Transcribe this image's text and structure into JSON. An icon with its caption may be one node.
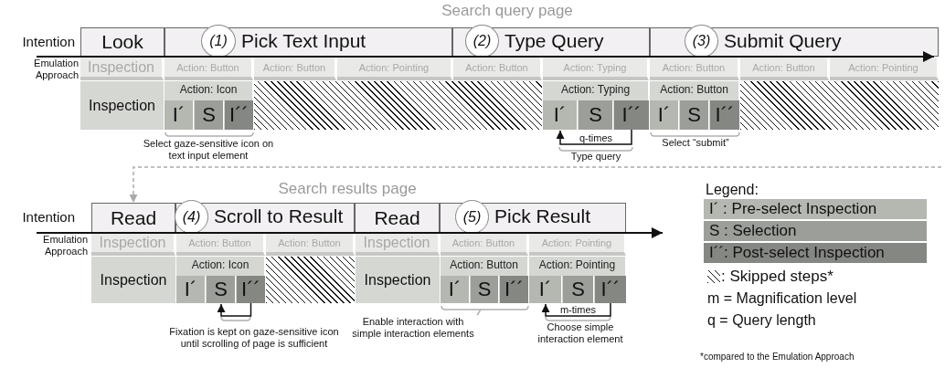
{
  "diagram": {
    "nodes": [
      {
        "text": [
          "Look"
        ]
      },
      {
        "text": [
          "Pick Text Input"
        ]
      },
      {
        "text": [
          "(1)"
        ],
        "in": 1
      },
      {
        "text": [
          "Type Query"
        ]
      },
      {
        "text": [
          "(2)"
        ],
        "in": 3
      },
      {
        "text": [
          "Submit Query"
        ]
      },
      {
        "text": [
          "(3)"
        ],
        "in": 5
      },
      {
        "text": [
          "Inspection"
        ]
      },
      {
        "text": [
          "Action: Button"
        ]
      },
      {
        "text": [
          "Action: Button"
        ]
      },
      {
        "text": [
          "Action: Pointing"
        ]
      },
      {
        "text": [
          "Action: Button"
        ]
      },
      {
        "text": [
          "Action: Typing"
        ]
      },
      {
        "text": [
          "Action: Button"
        ]
      },
      {
        "text": [
          "Action: Button"
        ]
      },
      {
        "text": [
          "Action: Pointing"
        ]
      },
      {
        "text": [
          "Inspection"
        ]
      },
      {
        "text": [
          "Action: Icon"
        ]
      },
      {
        "text": [
          "I´"
        ],
        "in": 17
      },
      {
        "text": [
          "S"
        ],
        "in": 17
      },
      {
        "text": [
          "I´´"
        ],
        "in": 17
      },
      {
        "text": [],
        "shape": "bar"
      },
      {
        "text": [
          "Action: Typing"
        ]
      },
      {
        "text": [
          "I´"
        ],
        "in": 22
      },
      {
        "text": [
          "S"
        ],
        "in": 22
      },
      {
        "text": [
          "I´´"
        ],
        "in": 22
      },
      {
        "text": [
          "Action: Button"
        ]
      },
      {
        "text": [
          "I´"
        ],
        "in": 26
      },
      {
        "text": [
          "S"
        ],
        "in": 26
      },
      {
        "text": [
          "I´´"
        ],
        "in": 26
      },
      {
        "text": [],
        "shape": "bar"
      },
      {
        "text": [
          "Read"
        ]
      },
      {
        "text": [
          "Scroll to Result"
        ]
      },
      {
        "text": [
          "(4)"
        ],
        "in": 32
      },
      {
        "text": [
          "Read"
        ]
      },
      {
        "text": [
          "Pick Result"
        ]
      },
      {
        "text": [
          "(5)"
        ],
        "in": 35
      },
      {
        "text": [
          "Inspection"
        ]
      },
      {
        "text": [
          "Action: Button"
        ]
      },
      {
        "text": [
          "Action: Button"
        ]
      },
      {
        "text": [
          "Inspection"
        ]
      },
      {
        "text": [
          "Action: Button"
        ]
      },
      {
        "text": [
          "Action: Pointing"
        ]
      },
      {
        "text": [
          "Inspection"
        ]
      },
      {
        "text": [
          "Action: Icon"
        ]
      },
      {
        "text": [
          "I´"
        ],
        "in": 44
      },
      {
        "text": [
          "S"
        ],
        "in": 44
      },
      {
        "text": [
          "I´´"
        ],
        "in": 44
      },
      {
        "text": [],
        "shape": "bar"
      },
      {
        "text": [
          "Inspection"
        ]
      },
      {
        "text": [
          "Action: Button"
        ]
      },
      {
        "text": [
          "I´"
        ],
        "in": 50
      },
      {
        "text": [
          "S"
        ],
        "in": 50
      },
      {
        "text": [
          "I´´"
        ],
        "in": 50
      },
      {
        "text": [
          "Action: Pointing"
        ]
      },
      {
        "text": [
          "I´"
        ],
        "in": 54
      },
      {
        "text": [
          "S"
        ],
        "in": 54
      },
      {
        "text": [
          "I´´"
        ],
        "in": 54
      }
    ],
    "edges": [
      {
        "from": 25,
        "to": 23,
        "arrow": "to",
        "label": "q-times"
      },
      {
        "from": 47,
        "to": 46,
        "arrow": "to"
      },
      {
        "from": 57,
        "to": 55,
        "arrow": "to",
        "label": "m-times"
      },
      {
        "from": null,
        "to": 31,
        "arrow": "to",
        "style": "dashed",
        "color": "#aaaaaa"
      }
    ],
    "labels": [
      "Search query page",
      "Intention",
      "Emulation Approach",
      "Select gaze-sensitive icon on text input element",
      "Type query",
      "Select “submit”",
      "Search results page",
      "Intention",
      "Emulation Approach",
      "Legend:",
      "m = Magnification level",
      "q = Query length",
      "Fixation is kept on gaze-sensitive icon until scrolling of page is sufficient",
      "Enable interaction with simple interaction elements",
      "Choose simple interaction element",
      "*compared to the Emulation Approach"
    ],
    "legend": [
      {
        "text": "I´ : Pre-select Inspection",
        "color": "#b4b8b0"
      },
      {
        "text": "S : Selection",
        "color": "#9c9e99"
      },
      {
        "text": "I´´: Post-select Inspection",
        "color": "#858782"
      },
      {
        "text": ": Skipped steps*"
      }
    ]
  }
}
